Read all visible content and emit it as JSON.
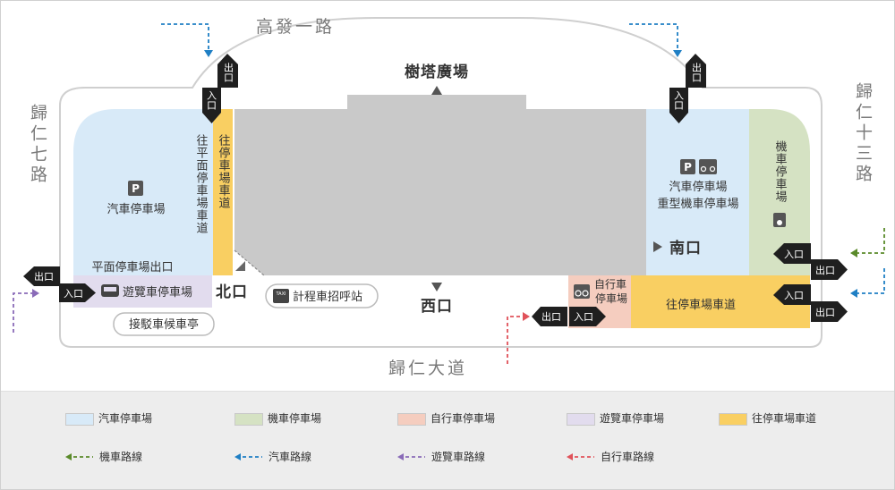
{
  "roads": {
    "north": "高發一路",
    "south": "歸仁大道",
    "west": "歸仁七路",
    "east": "歸仁十三路"
  },
  "plaza": "樹塔廣場",
  "gates": {
    "north": "北口",
    "south": "南口",
    "west": "西口"
  },
  "areas": {
    "car_parking_west": "汽車停車場",
    "car_parking_east_1": "汽車停車場",
    "car_parking_east_2": "重型機車停車場",
    "motorcycle_parking": "機車停車場",
    "bicycle_parking_1": "自行車",
    "bicycle_parking_2": "停車場",
    "bus_parking": "遊覽車停車場",
    "lane_to_parking": "往停車場車道",
    "lane_to_surface": "往平面停車場車道",
    "surface_exit": "平面停車場出口",
    "shuttle_stop": "接駁車候車亭",
    "taxi_stand": "計程車招呼站",
    "taxi_badge": "TAXI",
    "parking_sign": "P"
  },
  "signs": {
    "entrance": "入口",
    "exit": "出口"
  },
  "legend": {
    "areas": [
      {
        "label": "汽車停車場",
        "color": "#d8eaf8"
      },
      {
        "label": "機車停車場",
        "color": "#d5e2c3"
      },
      {
        "label": "自行車停車場",
        "color": "#f5cdbf"
      },
      {
        "label": "遊覽車停車場",
        "color": "#e2dcee"
      },
      {
        "label": "往停車場車道",
        "color": "#f9cf62"
      }
    ],
    "routes": [
      {
        "label": "機車路線",
        "color": "#5a8a2a"
      },
      {
        "label": "汽車路線",
        "color": "#1f7fc4"
      },
      {
        "label": "遊覽車路線",
        "color": "#8a6bb8"
      },
      {
        "label": "自行車路線",
        "color": "#e0525a"
      }
    ]
  },
  "colors": {
    "building": "#c9c9c9",
    "road_text": "#7a7a7a",
    "sign_bg": "#1f1f1f",
    "car_route": "#1f7fc4",
    "moto_route": "#5a8a2a",
    "bus_route": "#8a6bb8",
    "bike_route": "#e0525a"
  }
}
